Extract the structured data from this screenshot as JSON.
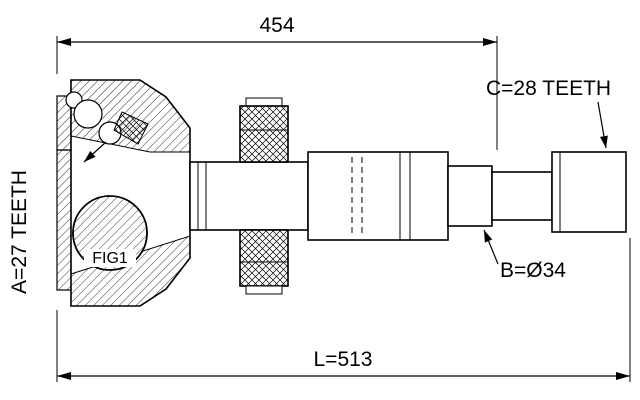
{
  "page": {
    "type": "technical-drawing",
    "colors": {
      "ink": "#000000",
      "paper": "#ffffff"
    }
  },
  "figure": {
    "label": "FIG1",
    "annotations": {
      "length_top": "454",
      "length_overall": "L=513",
      "spline_inner": "A=27 TEETH",
      "spline_outer": "C=28 TEETH",
      "diameter": "B=Ø34"
    }
  }
}
